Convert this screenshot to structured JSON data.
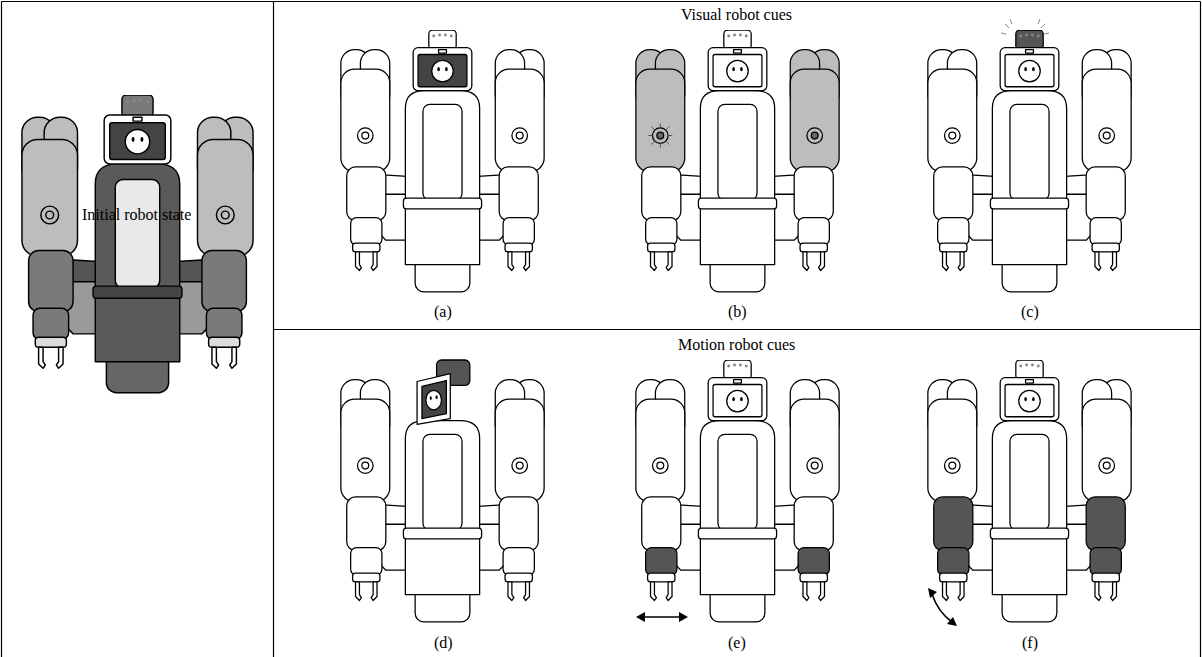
{
  "diagram": {
    "labels": [
      "Initial robot state",
      "Visual robot cues",
      "(a)",
      "(b)",
      "(c)",
      "Motion robot cues",
      "(d)",
      "(e)",
      "(f)"
    ]
  }
}
